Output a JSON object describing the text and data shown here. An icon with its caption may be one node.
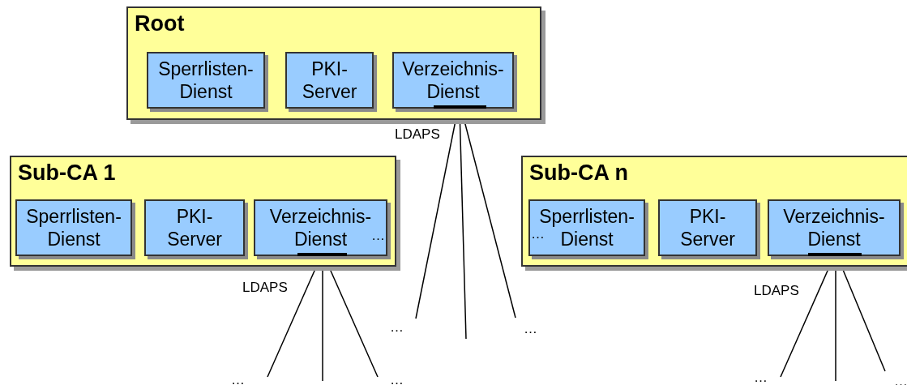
{
  "diagram": {
    "nodes": [
      {
        "text": [
          "Root"
        ]
      },
      {
        "text": [
          "Sperrlisten- Dienst"
        ],
        "in": 0
      },
      {
        "text": [
          "PKI- Server"
        ],
        "in": 0
      },
      {
        "text": [
          "Verzeichnis- Dienst"
        ],
        "in": 0
      },
      {
        "text": [
          "Sub-CA 1"
        ]
      },
      {
        "text": [
          "Sperrlisten- Dienst"
        ],
        "in": 4
      },
      {
        "text": [
          "PKI- Server"
        ],
        "in": 4
      },
      {
        "text": [
          "Verzeichnis- Dienst"
        ],
        "in": 4
      },
      {
        "text": [
          "Sub-CA n"
        ]
      },
      {
        "text": [
          "Sperrlisten- Dienst"
        ],
        "in": 8
      },
      {
        "text": [
          "PKI- Server"
        ],
        "in": 8
      },
      {
        "text": [
          "Verzeichnis- Dienst"
        ],
        "in": 8
      }
    ],
    "edges": [
      {
        "from": 3,
        "to": null,
        "arrow": "none"
      },
      {
        "from": 3,
        "to": null,
        "arrow": "none"
      },
      {
        "from": 3,
        "to": null,
        "arrow": "none"
      },
      {
        "from": 7,
        "to": null,
        "arrow": "none"
      },
      {
        "from": 7,
        "to": null,
        "arrow": "none"
      },
      {
        "from": 7,
        "to": null,
        "arrow": "none"
      },
      {
        "from": 11,
        "to": null,
        "arrow": "none"
      },
      {
        "from": 11,
        "to": null,
        "arrow": "none"
      },
      {
        "from": 11,
        "to": null,
        "arrow": "none"
      }
    ],
    "labels": [
      "LDAPS",
      "…",
      "…",
      "LDAPS",
      "LDAPS",
      "…",
      "…",
      "…",
      "…",
      "…",
      "…"
    ]
  }
}
